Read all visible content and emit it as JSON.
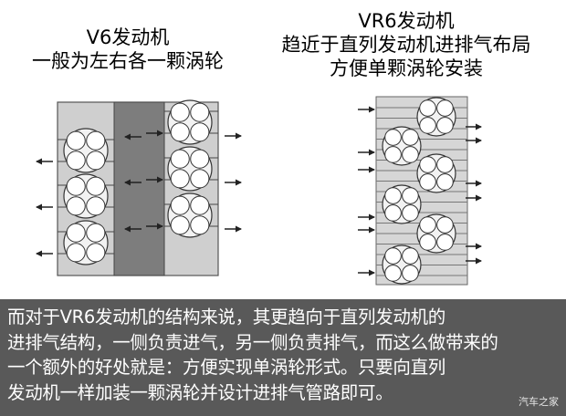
{
  "v6": {
    "title_line1": "V6发动机",
    "title_line2": "一般为左右各一颗涡轮"
  },
  "vr6": {
    "title_line1": "VR6发动机",
    "title_line2": "趋近于直列发动机进排气布局",
    "title_line3": "方便单颗涡轮安装"
  },
  "caption": {
    "line1": "而对于VR6发动机的结构来说，其更趋向于直列发动机的",
    "line2": "进排气结构，一侧负责进气，另一侧负责排气，而这么做带来的",
    "line3": "一个额外的好处就是：方便实现单涡轮形式。只要向直列",
    "line4": "发动机一样加装一颗涡轮并设计进排气管路即可。"
  },
  "watermark": "汽车之家",
  "colors": {
    "block_fill": "#c8c8c8",
    "valley_fill": "#7a7a7a",
    "caption_bg": "#595959",
    "line": "#333333"
  }
}
